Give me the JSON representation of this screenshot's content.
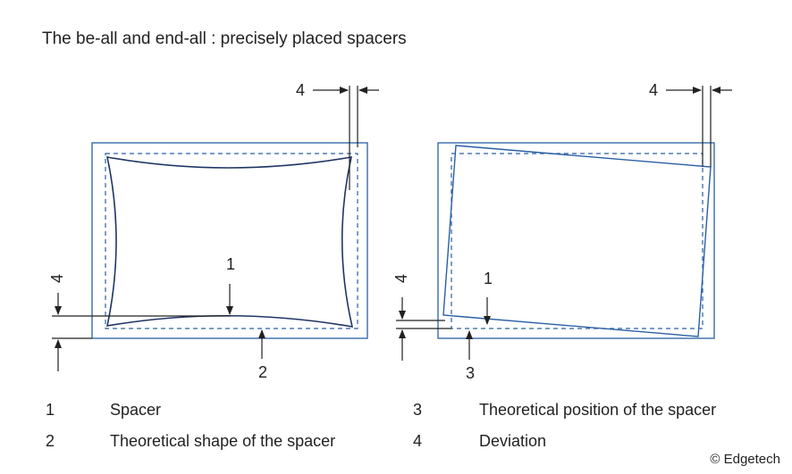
{
  "title": "The be-all and end-all : precisely placed spacers",
  "colors": {
    "outline": "#2a5fa5",
    "spacer": "#1f3566",
    "annotation": "#222222"
  },
  "figure_left": {
    "label_1": "1",
    "label_2": "2",
    "label_4_top": "4",
    "label_4_side": "4"
  },
  "figure_right": {
    "label_1": "1",
    "label_3": "3",
    "label_4_top": "4",
    "label_4_side": "4"
  },
  "legend": [
    {
      "number": "1",
      "text": "Spacer"
    },
    {
      "number": "2",
      "text": "Theoretical shape of the spacer"
    },
    {
      "number": "3",
      "text": "Theoretical position of the spacer"
    },
    {
      "number": "4",
      "text": "Deviation"
    }
  ],
  "copyright": "© Edgetech"
}
